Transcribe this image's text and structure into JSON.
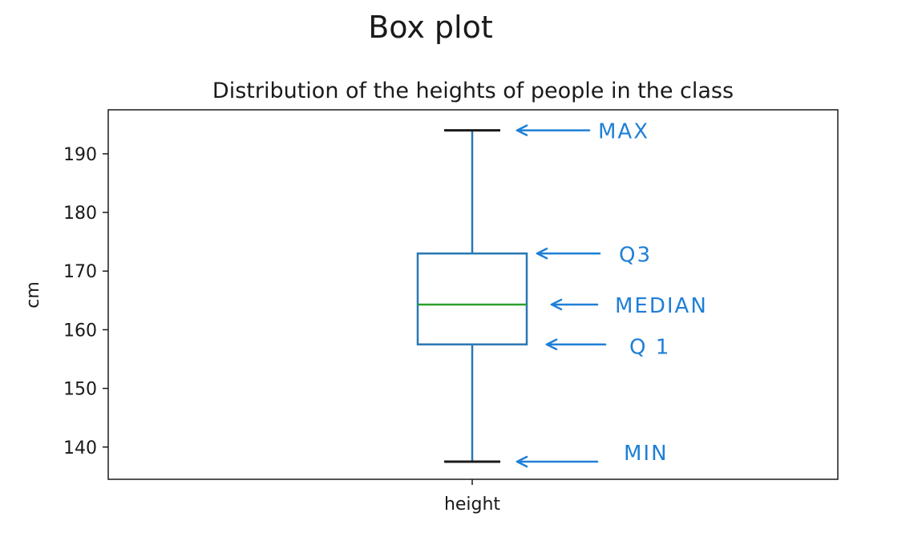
{
  "figure_title": "Box plot",
  "chart_data": {
    "type": "box",
    "title": "Distribution of the heights of people in the class",
    "ylabel": "cm",
    "categories": [
      "height"
    ],
    "ylim": [
      134.5,
      197.5
    ],
    "yticks": [
      140,
      150,
      160,
      170,
      180,
      190
    ],
    "grid": false,
    "stats": {
      "min": 137.5,
      "q1": 157.5,
      "median": 164.3,
      "q3": 173.0,
      "max": 194.0
    },
    "annotations": [
      "MAX",
      "Q3",
      "MEDIAN",
      "Q 1",
      "MIN"
    ],
    "colors": {
      "box": "#2a78b5",
      "median": "#2ca02c",
      "whisker_cap": "#1a1a1a",
      "annotation": "#1f7fd6"
    }
  }
}
